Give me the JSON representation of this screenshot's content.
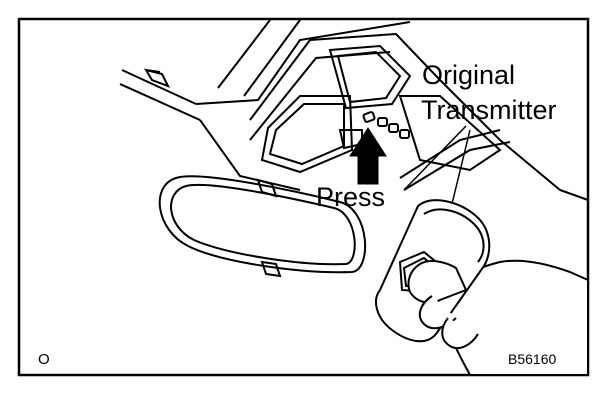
{
  "diagram": {
    "labels": {
      "original_line1": "Original",
      "original_line2": "Transmitter",
      "press": "Press",
      "corner_mark": "O",
      "figure_code": "B56160"
    },
    "colors": {
      "line": "#000000",
      "background": "#ffffff"
    }
  }
}
